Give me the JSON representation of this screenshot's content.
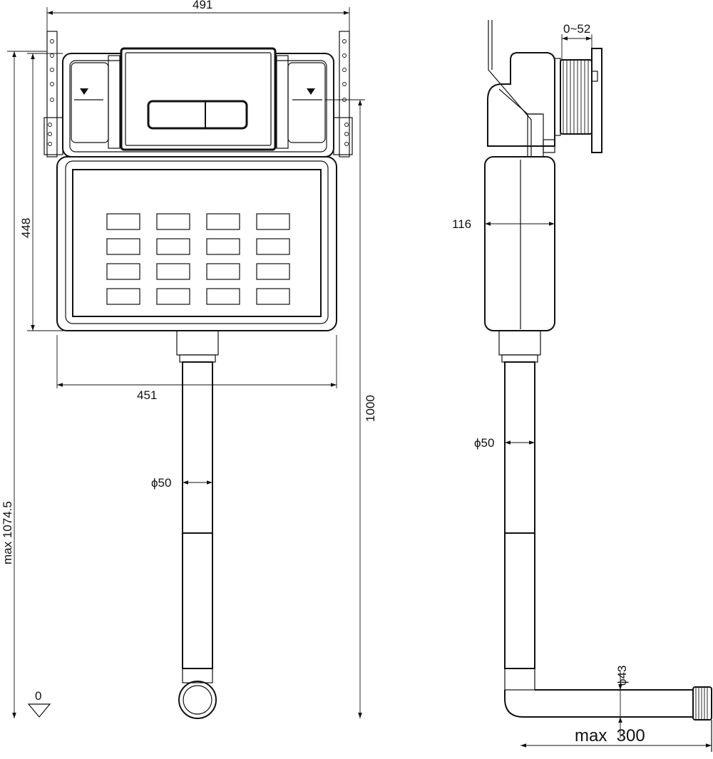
{
  "colors": {
    "line": "#111111",
    "background": "#ffffff"
  },
  "front_view": {
    "dim_top_width": "491",
    "dim_tank_width": "451",
    "dim_tank_height": "448",
    "dim_total_height": "max 1074.5",
    "dim_frame_height": "1000",
    "dim_pipe_diameter": "ϕ50",
    "floor_level": "0"
  },
  "side_view": {
    "dim_adjust": "0~52",
    "dim_depth": "116",
    "dim_pipe_diameter": "ϕ50",
    "dim_outlet_diameter": "ϕ43",
    "dim_outlet_length": "max  300"
  }
}
